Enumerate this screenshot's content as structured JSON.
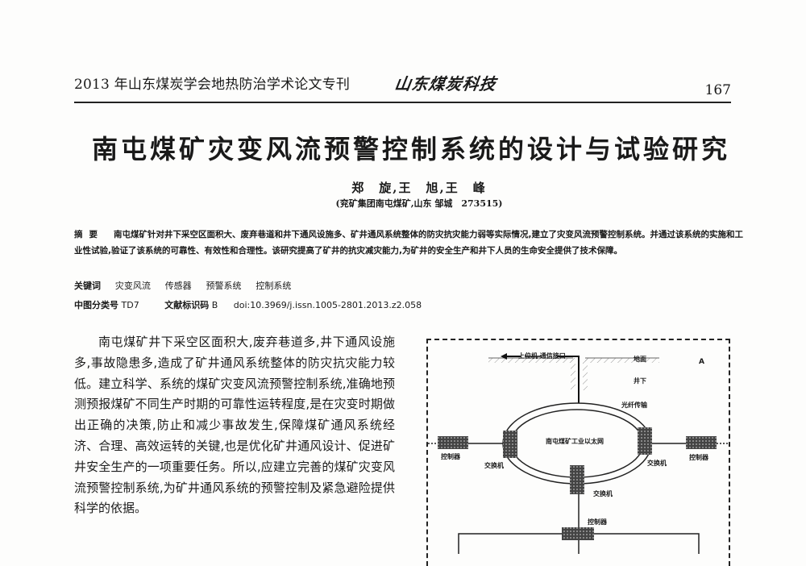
{
  "running_head": {
    "left": "2013 年山东煤炭学会地热防治学术论文专刊",
    "journal_logo": "山东煤炭科技",
    "page_number": "167"
  },
  "title": "南屯煤矿灾变风流预警控制系统的设计与试验研究",
  "authors": "郑　旋,王　旭,王　峰",
  "affiliation": "(兖矿集团南屯煤矿,山东 邹城　273515)",
  "abstract": {
    "label": "摘要",
    "text": "南屯煤矿针对井下采空区面积大、废弃巷道和井下通风设施多、矿井通风系统整体的防灾抗灾能力弱等实际情况,建立了灾变风流预警控制系统。并通过该系统的实施和工业性试验,验证了该系统的可靠性、有效性和合理性。该研究提高了矿井的抗灾减灾能力,为矿井的安全生产和井下人员的生命安全提供了技术保障。"
  },
  "keywords": {
    "label": "关键词",
    "items": [
      "灾变风流",
      "传感器",
      "预警系统",
      "控制系统"
    ]
  },
  "classification": {
    "clc_label": "中图分类号",
    "clc_value": "TD7",
    "doc_code_label": "文献标识码",
    "doc_code_value": "B",
    "doi": "doi:10.3969/j.issn.1005-2801.2013.z2.058"
  },
  "body": {
    "paragraph1": "南屯煤矿井下采空区面积大,废弃巷道多,井下通风设施多,事故隐患多,造成了矿井通风系统整体的防灾抗灾能力较低。建立科学、系统的煤矿灾变风流预警控制系统,准确地预测预报煤矿不同生产时期的可靠性运转程度,是在灾变时期做出正确的决策,防止和减少事故发生,保障煤矿通风系统经济、合理、高效运转的关键,也是优化矿井通风设计、促进矿井安全生产的一项重要任务。所以,应建立完善的煤矿灾变风流预警控制系统,为矿井通风系统的预警控制及紧急避险提供科学的依据。"
  },
  "figure": {
    "host_interface": "上位机 通信接口",
    "surface": "地面",
    "underground": "井下",
    "corner_mark": "A",
    "fiber": "光纤传输",
    "network": "南屯煤矿工业以太网",
    "switch_left": "交换机",
    "switch_right": "交换机",
    "switch_bottom": "交换机",
    "controller_left": "控制器",
    "controller_right": "控制器",
    "controller_bottom": "控制器"
  }
}
